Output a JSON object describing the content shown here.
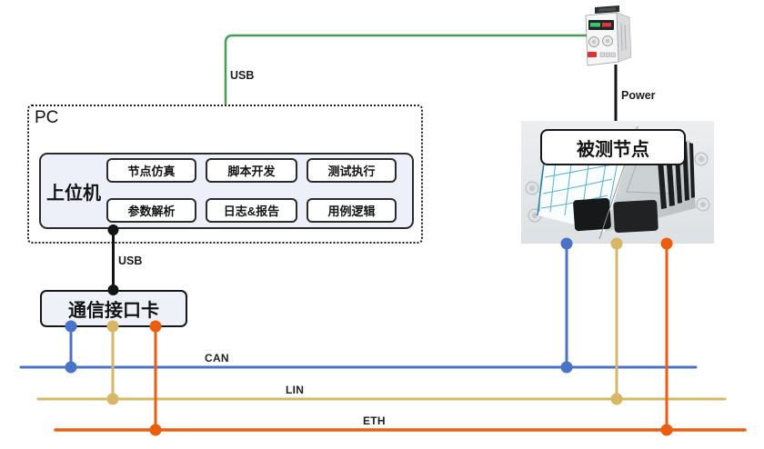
{
  "colors": {
    "usb_green": "#449e58",
    "wire_black": "#141414",
    "can_blue": "#4a73c8",
    "lin_yellow": "#d7b765",
    "eth_orange": "#ec5e0d"
  },
  "pc": {
    "label": "PC",
    "host": {
      "label": "上位机",
      "modules": [
        "节点仿真",
        "脚本开发",
        "测试执行",
        "参数解析",
        "日志&报告",
        "用例逻辑"
      ]
    }
  },
  "labels": {
    "usb": "USB",
    "power": "Power"
  },
  "interface_card": {
    "label": "通信接口卡"
  },
  "dut": {
    "label": "被测节点"
  },
  "buses": [
    {
      "name": "CAN",
      "color": "#4a73c8"
    },
    {
      "name": "LIN",
      "color": "#d7b765"
    },
    {
      "name": "ETH",
      "color": "#ec5e0d"
    }
  ]
}
